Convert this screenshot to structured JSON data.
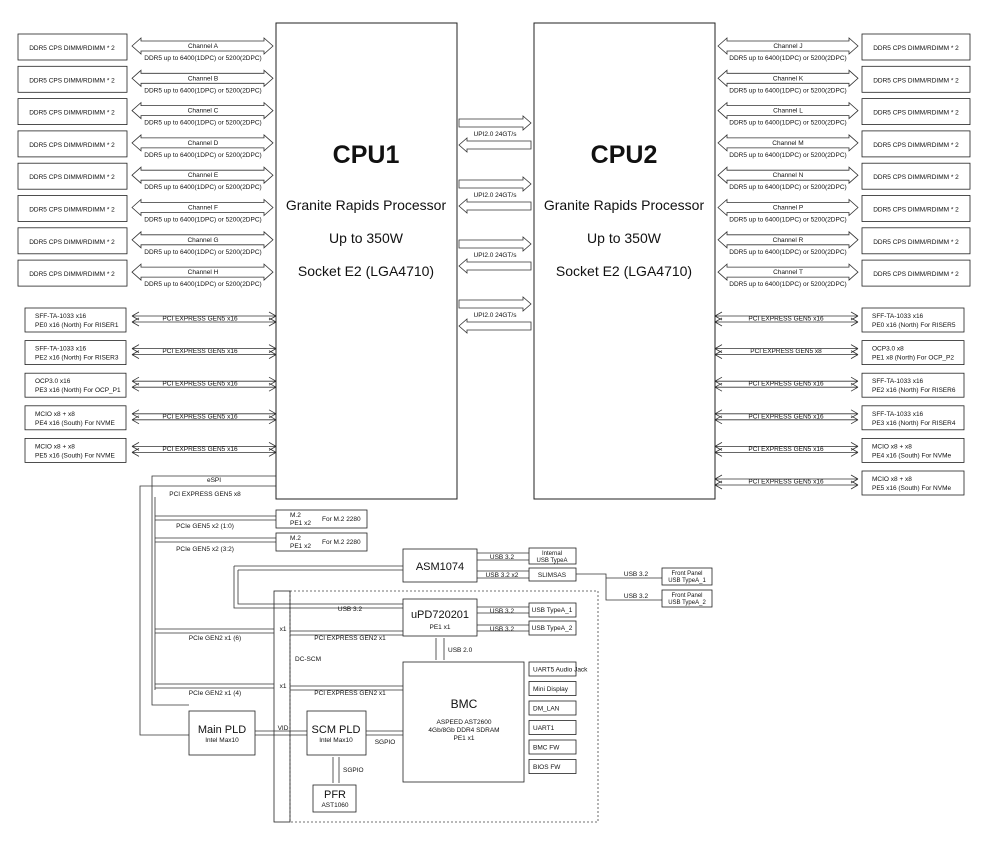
{
  "cpu1": {
    "name": "CPU1",
    "line1": "Granite Rapids Processor",
    "line2": "Up to 350W",
    "line3": "Socket E2 (LGA4710)"
  },
  "cpu2": {
    "name": "CPU2",
    "line1": "Granite Rapids Processor",
    "line2": "Up to 350W",
    "line3": "Socket E2 (LGA4710)"
  },
  "dimm_label": "DDR5 CPS DIMM/RDIMM * 2",
  "ddr_speed": "DDR5 up to 6400(1DPC) or 5200(2DPC)",
  "left_channels": [
    "Channel A",
    "Channel B",
    "Channel C",
    "Channel D",
    "Channel E",
    "Channel F",
    "Channel G",
    "Channel H"
  ],
  "right_channels": [
    "Channel J",
    "Channel K",
    "Channel L",
    "Channel M",
    "Channel N",
    "Channel P",
    "Channel R",
    "Channel T"
  ],
  "upi_label": "UPI2.0 24GT/s",
  "left_pcie": [
    {
      "bus": "PCI EXPRESS GEN5 x16",
      "line1": "SFF-TA-1033 x16",
      "line2": "PE0 x16 (North) For RISER1"
    },
    {
      "bus": "PCI EXPRESS GEN5 x16",
      "line1": "SFF-TA-1033 x16",
      "line2": "PE2 x16 (North) For RISER3"
    },
    {
      "bus": "PCI EXPRESS GEN5 x16",
      "line1": "OCP3.0 x16",
      "line2": "PE3 x16 (North) For OCP_P1"
    },
    {
      "bus": "PCI EXPRESS GEN5 x16",
      "line1": "MCIO x8 + x8",
      "line2": "PE4 x16 (South) For NVME"
    },
    {
      "bus": "PCI EXPRESS GEN5 x16",
      "line1": "MCIO x8 + x8",
      "line2": "PE5 x16 (South) For NVME"
    }
  ],
  "right_pcie": [
    {
      "bus": "PCI EXPRESS GEN5 x16",
      "line1": "SFF-TA-1033 x16",
      "line2": "PE0 x16 (North) For RISER5"
    },
    {
      "bus": "PCI EXPRESS GEN5 x8",
      "line1": "OCP3.0 x8",
      "line2": "PE1 x8 (North) For OCP_P2"
    },
    {
      "bus": "PCI EXPRESS GEN5 x16",
      "line1": "SFF-TA-1033 x16",
      "line2": "PE2 x16 (North) For RISER6"
    },
    {
      "bus": "PCI EXPRESS GEN5 x16",
      "line1": "SFF-TA-1033 x16",
      "line2": "PE3 x16 (North) For RISER4"
    },
    {
      "bus": "PCI EXPRESS GEN5 x16",
      "line1": "MCIO x8 + x8",
      "line2": "PE4 x16 (South) For NVMe"
    },
    {
      "bus": "PCI EXPRESS GEN5 x16",
      "line1": "MCIO x8 + x8",
      "line2": "PE5 x16 (South) For NVMe"
    }
  ],
  "espi": "eSPI",
  "pcie_x8": "PCI EXPRESS GEN5 x8",
  "m2": [
    {
      "bus": "PCIe GEN5 x2 (1:0)",
      "box1": "M.2",
      "box2": "PE1 x2",
      "side": "For M.2 2280"
    },
    {
      "bus": "PCIe GEN5 x2 (3:2)",
      "box1": "M.2",
      "box2": "PE1 x2",
      "side": "For M.2 2280"
    }
  ],
  "asm": {
    "name": "ASM1074",
    "usb32": "USB 3.2",
    "usb32x2": "USB 3.2 x2",
    "internal1": "Internal",
    "internal2": "USB TypeA",
    "slimsas": "SLIMSAS"
  },
  "front": {
    "usb": "USB 3.2",
    "fp1a": "Front Panel",
    "fp1b": "USB TypeA_1",
    "fp2a": "Front Panel",
    "fp2b": "USB TypeA_2"
  },
  "upd": {
    "name": "uPD720201",
    "sub": "PE1 x1",
    "usb_in": "USB 3.2",
    "usb1": "USB 3.2",
    "usb2": "USB 3.2",
    "port1": "USB TypeA_1",
    "port2": "USB TypeA_2",
    "usb20": "USB 2.0"
  },
  "gen2": [
    {
      "left": "PCIe GEN2 x1 (6)",
      "x1": "x1",
      "bus": "PCI EXPRESS GEN2 x1"
    },
    {
      "left": "PCIe GEN2 x1 (4)",
      "x1": "x1",
      "bus": "PCI EXPRESS GEN2 x1"
    }
  ],
  "x1_top": "x1",
  "dcscm": "DC-SCM",
  "bmc": {
    "name": "BMC",
    "l1": "ASPEED AST2600",
    "l2": "4Gb/8Gb DDR4 SDRAM",
    "l3": "PE1 x1"
  },
  "bmc_side": [
    "UART5 Audio Jack",
    "Mini Display",
    "DM_LAN",
    "UART1",
    "BMC FW",
    "BIOS FW"
  ],
  "main_pld": {
    "name": "Main PLD",
    "sub": "Intel Max10"
  },
  "scm_pld": {
    "name": "SCM PLD",
    "sub": "Intel Max10"
  },
  "vid": "VID",
  "sgpio": "SGPIO",
  "sgpio2": "SGPIO",
  "pfr": {
    "name": "PFR",
    "sub": "AST1060"
  }
}
